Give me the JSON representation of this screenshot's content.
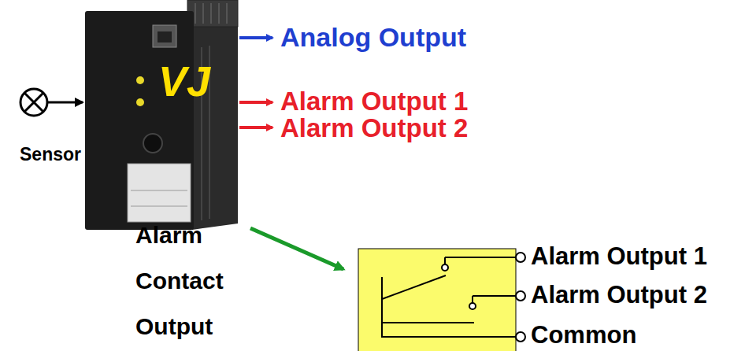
{
  "diagram": {
    "nodes": [
      {
        "text": [
          "Sensor"
        ]
      },
      {
        "text": [
          "VJ"
        ]
      }
    ],
    "edges": [
      {
        "from": 0,
        "to": 1,
        "arrow": "to"
      }
    ],
    "labels": [
      "Analog Output",
      "Alarm Output 1",
      "Alarm Output 2",
      "Alarm Contact Output",
      "Alarm Output 1",
      "Alarm Output 2",
      "Common"
    ]
  }
}
